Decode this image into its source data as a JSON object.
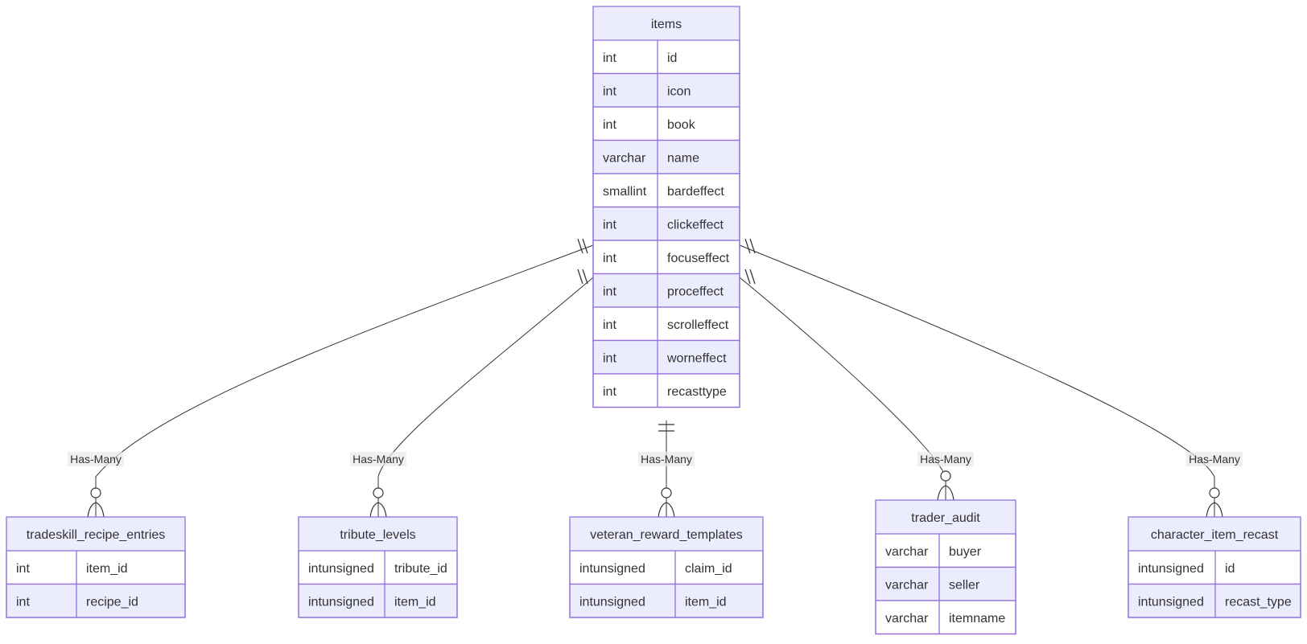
{
  "colors": {
    "border": "#9370db",
    "header_fill": "#ececff",
    "row_odd_fill": "#ffffff",
    "row_even_fill": "#ececff",
    "line": "#333333",
    "label_bg": "#e8e8e8",
    "text": "#333333"
  },
  "entities": [
    {
      "id": "items",
      "name": "items",
      "attributes": [
        {
          "type": "int",
          "name": "id"
        },
        {
          "type": "int",
          "name": "icon"
        },
        {
          "type": "int",
          "name": "book"
        },
        {
          "type": "varchar",
          "name": "name"
        },
        {
          "type": "smallint",
          "name": "bardeffect"
        },
        {
          "type": "int",
          "name": "clickeffect"
        },
        {
          "type": "int",
          "name": "focuseffect"
        },
        {
          "type": "int",
          "name": "proceffect"
        },
        {
          "type": "int",
          "name": "scrolleffect"
        },
        {
          "type": "int",
          "name": "worneffect"
        },
        {
          "type": "int",
          "name": "recasttype"
        }
      ]
    },
    {
      "id": "tradeskill_recipe_entries",
      "name": "tradeskill_recipe_entries",
      "attributes": [
        {
          "type": "int",
          "name": "item_id"
        },
        {
          "type": "int",
          "name": "recipe_id"
        }
      ]
    },
    {
      "id": "tribute_levels",
      "name": "tribute_levels",
      "attributes": [
        {
          "type": "intunsigned",
          "name": "tribute_id"
        },
        {
          "type": "intunsigned",
          "name": "item_id"
        }
      ]
    },
    {
      "id": "veteran_reward_templates",
      "name": "veteran_reward_templates",
      "attributes": [
        {
          "type": "intunsigned",
          "name": "claim_id"
        },
        {
          "type": "intunsigned",
          "name": "item_id"
        }
      ]
    },
    {
      "id": "trader_audit",
      "name": "trader_audit",
      "attributes": [
        {
          "type": "varchar",
          "name": "buyer"
        },
        {
          "type": "varchar",
          "name": "seller"
        },
        {
          "type": "varchar",
          "name": "itemname"
        }
      ]
    },
    {
      "id": "character_item_recast",
      "name": "character_item_recast",
      "attributes": [
        {
          "type": "intunsigned",
          "name": "id"
        },
        {
          "type": "intunsigned",
          "name": "recast_type"
        }
      ]
    }
  ],
  "relationships": [
    {
      "from": "items",
      "to": "tradeskill_recipe_entries",
      "label": "Has-Many"
    },
    {
      "from": "items",
      "to": "tribute_levels",
      "label": "Has-Many"
    },
    {
      "from": "items",
      "to": "veteran_reward_templates",
      "label": "Has-Many"
    },
    {
      "from": "items",
      "to": "trader_audit",
      "label": "Has-Many"
    },
    {
      "from": "items",
      "to": "character_item_recast",
      "label": "Has-Many"
    }
  ]
}
